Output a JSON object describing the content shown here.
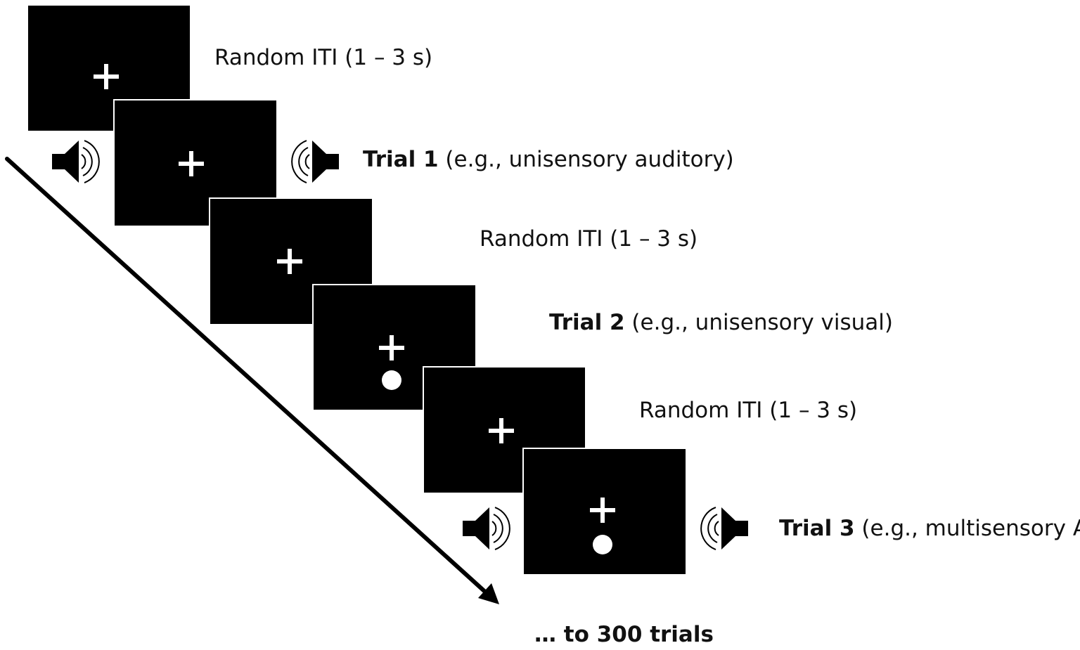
{
  "steps": [
    {
      "kind": "iti",
      "text": "Random ITI (1 – 3 s)"
    },
    {
      "kind": "trial",
      "title": "Trial 1",
      "detail": "(e.g., unisensory auditory)"
    },
    {
      "kind": "iti",
      "text": "Random ITI (1 – 3 s)"
    },
    {
      "kind": "trial",
      "title": "Trial 2",
      "detail": "(e.g., unisensory visual)"
    },
    {
      "kind": "iti",
      "text": "Random ITI (1 – 3 s)"
    },
    {
      "kind": "trial",
      "title": "Trial 3",
      "detail": "(e.g., multisensory AV)"
    }
  ],
  "footer": "… to 300 trials",
  "colors": {
    "screen": "#000000",
    "fixation": "#ffffff",
    "arrow": "#000000",
    "text": "#111111"
  },
  "icons": [
    "speaker-left-icon",
    "speaker-right-icon",
    "fixation-cross-icon",
    "visual-stimulus-dot"
  ]
}
